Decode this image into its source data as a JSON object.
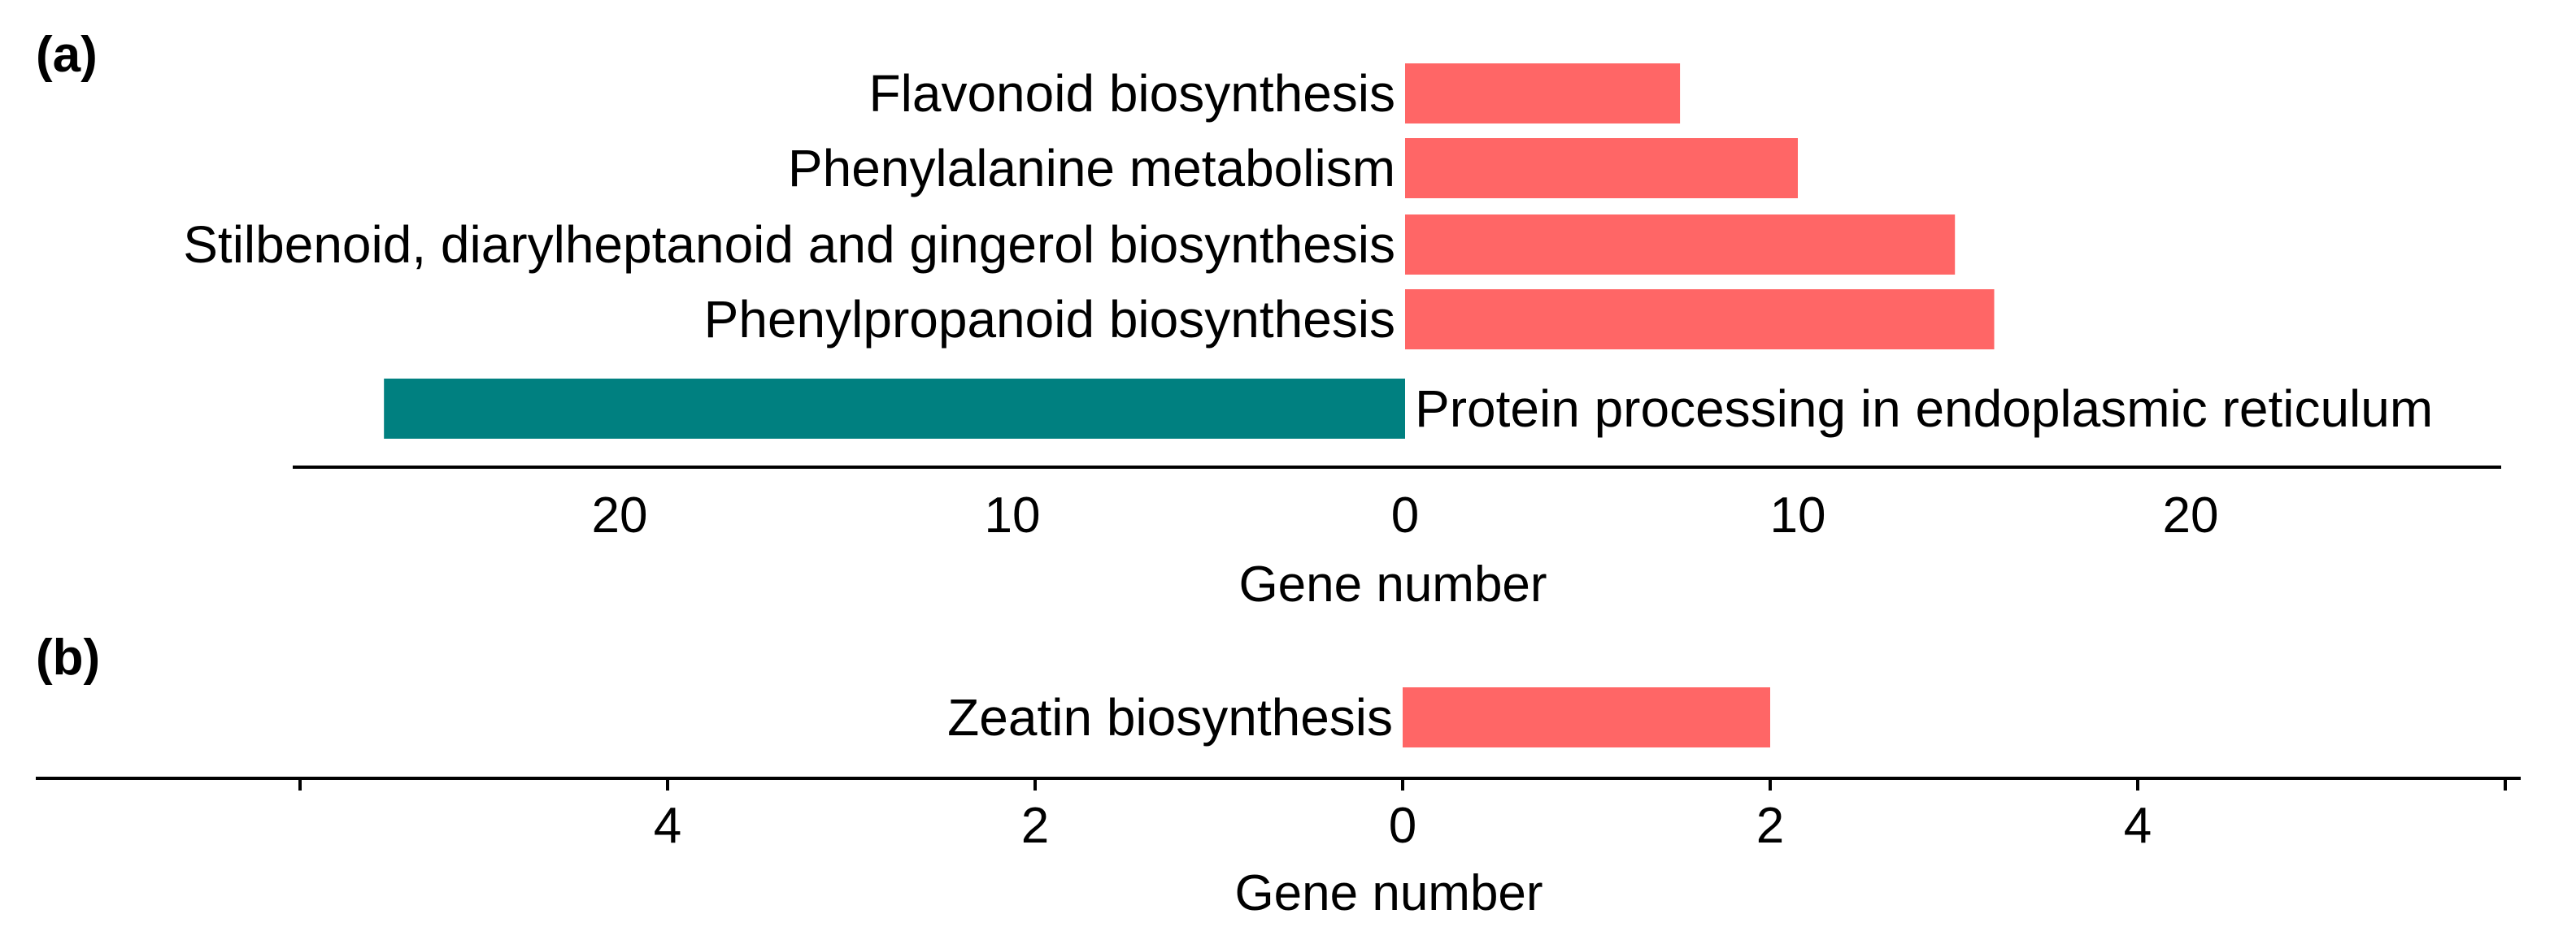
{
  "chart_data": [
    {
      "panel": "(a)",
      "type": "bar",
      "orientation": "horizontal",
      "categories": [
        "Flavonoid biosynthesis",
        "Phenylalanine metabolism",
        "Stilbenoid, diarylheptanoid and gingerol biosynthesis",
        "Phenylpropanoid biosynthesis",
        "Protein processing in endoplasmic reticulum"
      ],
      "values": [
        7,
        10,
        14,
        15,
        -26
      ],
      "bar_colors": [
        "#ff6666",
        "#ff6666",
        "#ff6666",
        "#ff6666",
        "#008080"
      ],
      "xlabel": "Gene number",
      "xlim": [
        -28,
        28
      ],
      "xticks": [
        -20,
        -10,
        0,
        10,
        20
      ],
      "xtick_labels": [
        "20",
        "10",
        "0",
        "10",
        "20"
      ]
    },
    {
      "panel": "(b)",
      "type": "bar",
      "orientation": "horizontal",
      "categories": [
        "Zeatin biosynthesis"
      ],
      "values": [
        2
      ],
      "bar_colors": [
        "#ff6666"
      ],
      "xlabel": "Gene number",
      "xlim": [
        -7.5,
        6
      ],
      "xticks": [
        -6,
        -4,
        -2,
        0,
        2,
        4,
        6
      ],
      "xtick_labels": [
        "",
        "4",
        "2",
        "0",
        "2",
        "4",
        ""
      ]
    }
  ]
}
